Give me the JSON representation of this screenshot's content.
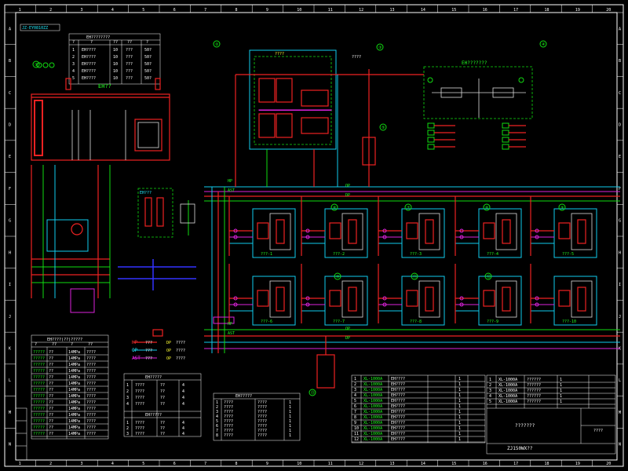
{
  "drawing": {
    "top_left_label": "JZ-EY0810ZZ",
    "main_tank_label": "EH??",
    "top_right_block_label": "EH???????",
    "left_mid_label": "EH???",
    "pipe_label_top": "????",
    "pipe_label_mid": "????",
    "title_block_name": "???????",
    "title_block_code": "ZJ150WX??",
    "title_block_sheet": "????",
    "grid_columns": [
      "1",
      "2",
      "3",
      "4",
      "5",
      "6",
      "7",
      "8",
      "9",
      "10",
      "11",
      "12",
      "13",
      "14",
      "15",
      "16",
      "17",
      "18",
      "19",
      "20"
    ],
    "grid_rows": [
      "A",
      "B",
      "C",
      "D",
      "E",
      "F",
      "G",
      "H",
      "I",
      "J",
      "K",
      "L",
      "M",
      "N"
    ]
  },
  "callouts": [
    "①",
    "②",
    "③",
    "④",
    "⑤",
    "⑥",
    "⑦",
    "⑧",
    "⑨",
    "⑩",
    "⑪",
    "⑫",
    "⑬"
  ],
  "top_table": {
    "title": "EH????????",
    "header": [
      "?",
      "?",
      "??",
      "??",
      "?"
    ],
    "rows": [
      [
        "1",
        "EH????",
        "10",
        "???",
        "50?"
      ],
      [
        "2",
        "EH????",
        "10",
        "???",
        "50?"
      ],
      [
        "3",
        "EH????",
        "10",
        "???",
        "50?"
      ],
      [
        "4",
        "EH????",
        "10",
        "???",
        "50?"
      ],
      [
        "5",
        "EH????",
        "10",
        "???",
        "50?"
      ]
    ]
  },
  "bottom_left_table": {
    "title": "EH????(??)?????",
    "header": [
      "?",
      "??",
      "?",
      "??"
    ],
    "rows": [
      [
        "?????",
        "??",
        "14MPa",
        "????"
      ],
      [
        "?????",
        "??",
        "14MPa",
        "????"
      ],
      [
        "?????",
        "??",
        "14MPa",
        "????"
      ],
      [
        "?????",
        "??",
        "14MPa",
        "????"
      ],
      [
        "?????",
        "??",
        "14MPa",
        "????"
      ],
      [
        "?????",
        "??",
        "14MPa",
        "????"
      ],
      [
        "?????",
        "??",
        "14MPa",
        "????"
      ],
      [
        "?????",
        "??",
        "14MPa",
        "????"
      ],
      [
        "?????",
        "??",
        "14MPa",
        "????"
      ],
      [
        "?????",
        "??",
        "14MPa",
        "????"
      ],
      [
        "?????",
        "??",
        "14MPa",
        "????"
      ],
      [
        "?????",
        "??",
        "14MPa",
        "????"
      ],
      [
        "?????",
        "??",
        "14MPa",
        "????"
      ],
      [
        "?????",
        "??",
        "14MPa",
        "????"
      ]
    ]
  },
  "legend": {
    "items": [
      {
        "code": "HP",
        "text": "???",
        "code2": "DP",
        "text2": "????"
      },
      {
        "code": "OP",
        "text": "???",
        "code2": "OP",
        "text2": "????"
      },
      {
        "code": "AST",
        "text": "???",
        "code2": "OP",
        "text2": "????"
      }
    ]
  },
  "mid_table": {
    "title": "EH?????",
    "rows": [
      [
        "1",
        "????",
        "??",
        "4"
      ],
      [
        "2",
        "????",
        "??",
        "4"
      ],
      [
        "3",
        "????",
        "??",
        "4"
      ],
      [
        "4",
        "????",
        "??",
        "4"
      ]
    ],
    "title2": "EH?????",
    "rows2": [
      [
        "1",
        "????",
        "??",
        "4"
      ],
      [
        "2",
        "????",
        "??",
        "4"
      ],
      [
        "3",
        "????",
        "??",
        "4"
      ]
    ]
  },
  "right_table": {
    "title": "EH?????",
    "rows": [
      [
        "1",
        "????",
        "????",
        "1"
      ],
      [
        "2",
        "????",
        "????",
        "1"
      ],
      [
        "3",
        "????",
        "????",
        "1"
      ],
      [
        "4",
        "????",
        "????",
        "1"
      ],
      [
        "5",
        "????",
        "????",
        "1"
      ],
      [
        "6",
        "????",
        "????",
        "1"
      ],
      [
        "7",
        "????",
        "????",
        "1"
      ],
      [
        "8",
        "????",
        "????",
        "1"
      ]
    ]
  },
  "bom_table": {
    "rows": [
      [
        "1",
        "XL-1000A",
        "EH????",
        "1"
      ],
      [
        "2",
        "XL-1000A",
        "EH????",
        "1"
      ],
      [
        "3",
        "XL-1000A",
        "EH????",
        "1"
      ],
      [
        "4",
        "XL-1000A",
        "EH????",
        "1"
      ],
      [
        "5",
        "XL-1000A",
        "EH????",
        "1"
      ],
      [
        "6",
        "XL-1000A",
        "EH????",
        "1"
      ],
      [
        "7",
        "XL-1000A",
        "EH????",
        "1"
      ],
      [
        "8",
        "XL-1000A",
        "EH????",
        "1"
      ],
      [
        "9",
        "XL-1000A",
        "EH????",
        "1"
      ],
      [
        "10",
        "XL-1000A",
        "EH????",
        "1"
      ],
      [
        "11",
        "XL-1000A",
        "EH????",
        "1"
      ],
      [
        "12",
        "XL-1000A",
        "EH????",
        "1"
      ]
    ]
  },
  "title_block_rows": [
    [
      "1",
      "XL-1000A",
      "??????",
      "1"
    ],
    [
      "2",
      "XL-1000A",
      "??????",
      "1"
    ],
    [
      "3",
      "XL-1000A",
      "??????",
      "1"
    ],
    [
      "4",
      "XL-1000A",
      "??????",
      "1"
    ],
    [
      "5",
      "XL-1000A",
      "??????",
      "1"
    ]
  ],
  "valve_labels": [
    "???-1",
    "???-2",
    "???-3",
    "???-4",
    "???-5",
    "???-6",
    "???-7",
    "???-8",
    "???-9",
    "???-10"
  ],
  "line_tags": [
    "HP",
    "OP",
    "AST",
    "DP",
    "HP",
    "OP",
    "AST",
    "DP"
  ],
  "colors": {
    "background": "#000000",
    "pressure_line": "#e22222",
    "return_line": "#11ccee",
    "component": "#11dd11",
    "signal": "#dd22dd",
    "control": "#3333ff"
  }
}
